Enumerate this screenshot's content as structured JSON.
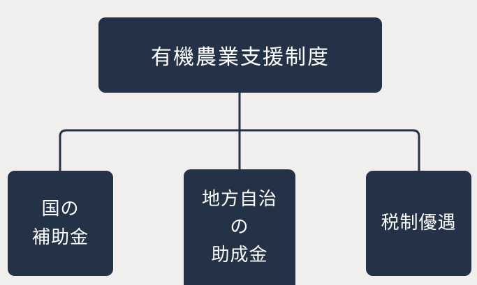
{
  "diagram": {
    "type": "hierarchy",
    "root": {
      "label": "有機農業支援制度"
    },
    "children": [
      {
        "label": "国の\n補助金"
      },
      {
        "label": "地方自治\nの\n助成金"
      },
      {
        "label": "税制優遇"
      }
    ],
    "colors": {
      "node_fill": "#233246",
      "node_text": "#ffffff",
      "connector": "#233246",
      "background": "#f0efed"
    }
  }
}
